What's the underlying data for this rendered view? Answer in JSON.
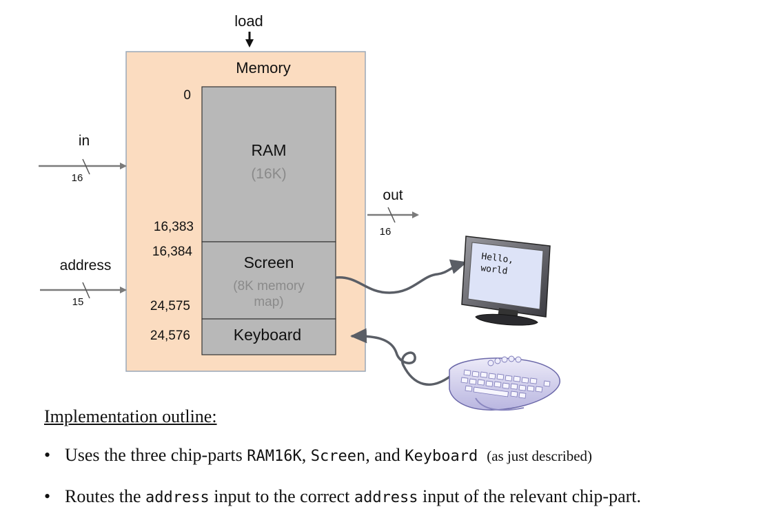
{
  "diagram": {
    "memory_title": "Memory",
    "load_label": "load",
    "in_label": "in",
    "in_width": "16",
    "address_label": "address",
    "address_width": "15",
    "out_label": "out",
    "out_width": "16",
    "regions": {
      "ram": {
        "name": "RAM",
        "size": "(16K)",
        "start": "0",
        "end": "16,383"
      },
      "screen": {
        "name": "Screen",
        "size_line1": "(8K memory",
        "size_line2": "map)",
        "start": "16,384",
        "end": "24,575"
      },
      "keyboard": {
        "name": "Keyboard",
        "start": "24,576"
      }
    },
    "monitor_text_line1": "Hello,",
    "monitor_text_line2": "world",
    "colors": {
      "memory_fill": "#fbdcc0",
      "chip_fill": "#b8b8b8",
      "wire": "#7a7a7a",
      "screen_fill": "#dde3f7",
      "keyboard_fill": "#d8d6f0"
    }
  },
  "outline": {
    "heading": "Implementation outline:",
    "bullet1": {
      "text_a": "Uses the three chip-parts ",
      "code_a": "RAM16K",
      "text_b": ", ",
      "code_b": "Screen",
      "text_c": ", and ",
      "code_c": "Keyboard",
      "note": "(as just described)"
    },
    "bullet2": {
      "text_a": "Routes the ",
      "code_a": "address",
      "text_b": " input to the correct ",
      "code_b": "address",
      "text_c": " input of the relevant chip-part."
    }
  }
}
